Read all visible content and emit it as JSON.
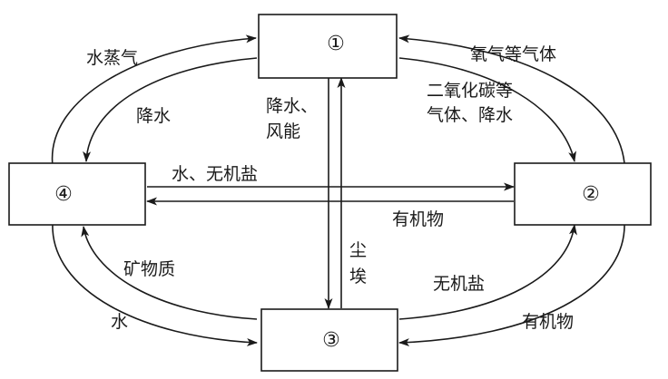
{
  "nodes": {
    "n1": "①",
    "n2": "②",
    "n3": "③",
    "n4": "④"
  },
  "labels": {
    "water_vapor": "水蒸气",
    "precip_left": "降水",
    "oxygen_gases": "氧气等气体",
    "co2_line1": "二氧化碳等",
    "co2_line2": "气体、降水",
    "precip_wind_line1": "降水、",
    "precip_wind_line2": "风能",
    "water_salt": "水、无机盐",
    "organic_middle": "有机物",
    "minerals": "矿物质",
    "dust_line1": "尘",
    "dust_line2": "埃",
    "water_bottom": "水",
    "salt_bottom": "无机盐",
    "organic_bottom": "有机物"
  }
}
